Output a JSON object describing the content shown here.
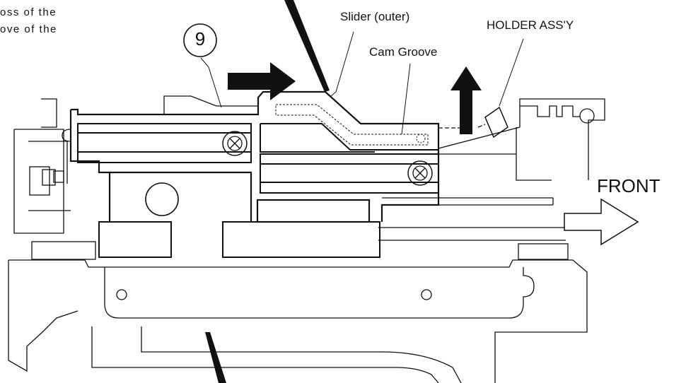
{
  "notes": [
    "oss of the",
    "ove of the"
  ],
  "labels": {
    "slider": "Slider (outer)",
    "cam_groove": "Cam Groove",
    "holder": "HOLDER ASS'Y",
    "front": "FRONT",
    "part_number": "9"
  },
  "colors": {
    "line": "#111111",
    "background": "#ffffff"
  }
}
